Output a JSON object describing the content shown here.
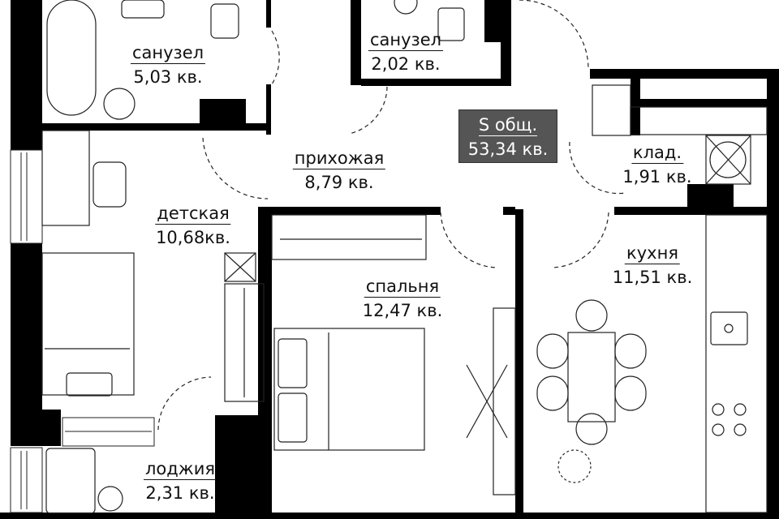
{
  "rooms": [
    {
      "id": "bathroom-1",
      "name": "санузел",
      "area": "5,03 кв."
    },
    {
      "id": "bathroom-2",
      "name": "санузел",
      "area": "2,02 кв."
    },
    {
      "id": "hallway",
      "name": "прихожая",
      "area": "8,79 кв."
    },
    {
      "id": "storage",
      "name": "клад.",
      "area": "1,91 кв."
    },
    {
      "id": "kids-room",
      "name": "детская",
      "area": "10,68кв."
    },
    {
      "id": "bedroom",
      "name": "спальня",
      "area": "12,47 кв."
    },
    {
      "id": "kitchen",
      "name": "кухня",
      "area": "11,51 кв."
    },
    {
      "id": "loggia",
      "name": "лоджия",
      "area": "2,31 кв."
    }
  ],
  "total": {
    "label": "S общ.",
    "area": "53,34 кв."
  },
  "colors": {
    "wall": "#000000",
    "total_bg": "#555555",
    "line": "#222222"
  }
}
